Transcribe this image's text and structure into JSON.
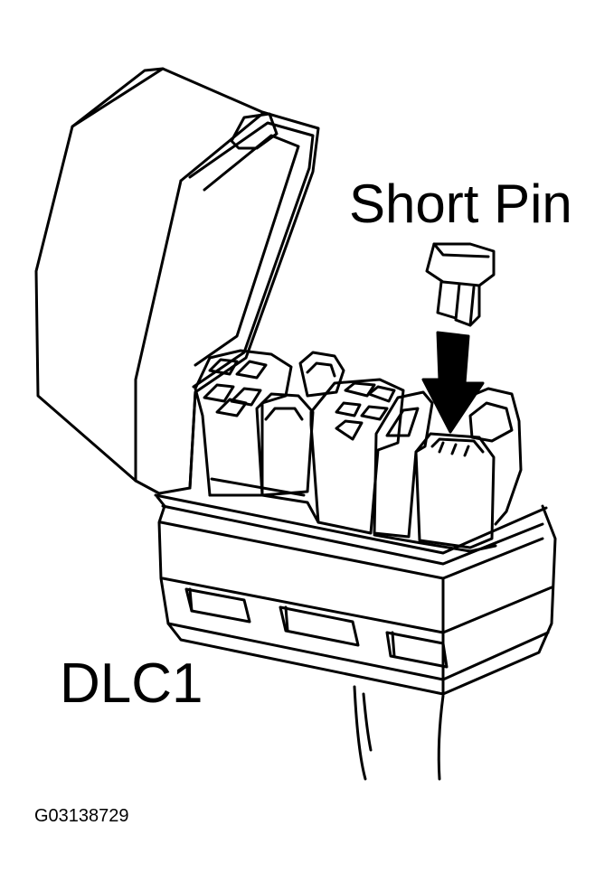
{
  "labels": {
    "short_pin": "Short Pin",
    "connector": "DLC1",
    "figure_id": "G03138729"
  },
  "colors": {
    "line": "#000000",
    "background": "#ffffff"
  }
}
